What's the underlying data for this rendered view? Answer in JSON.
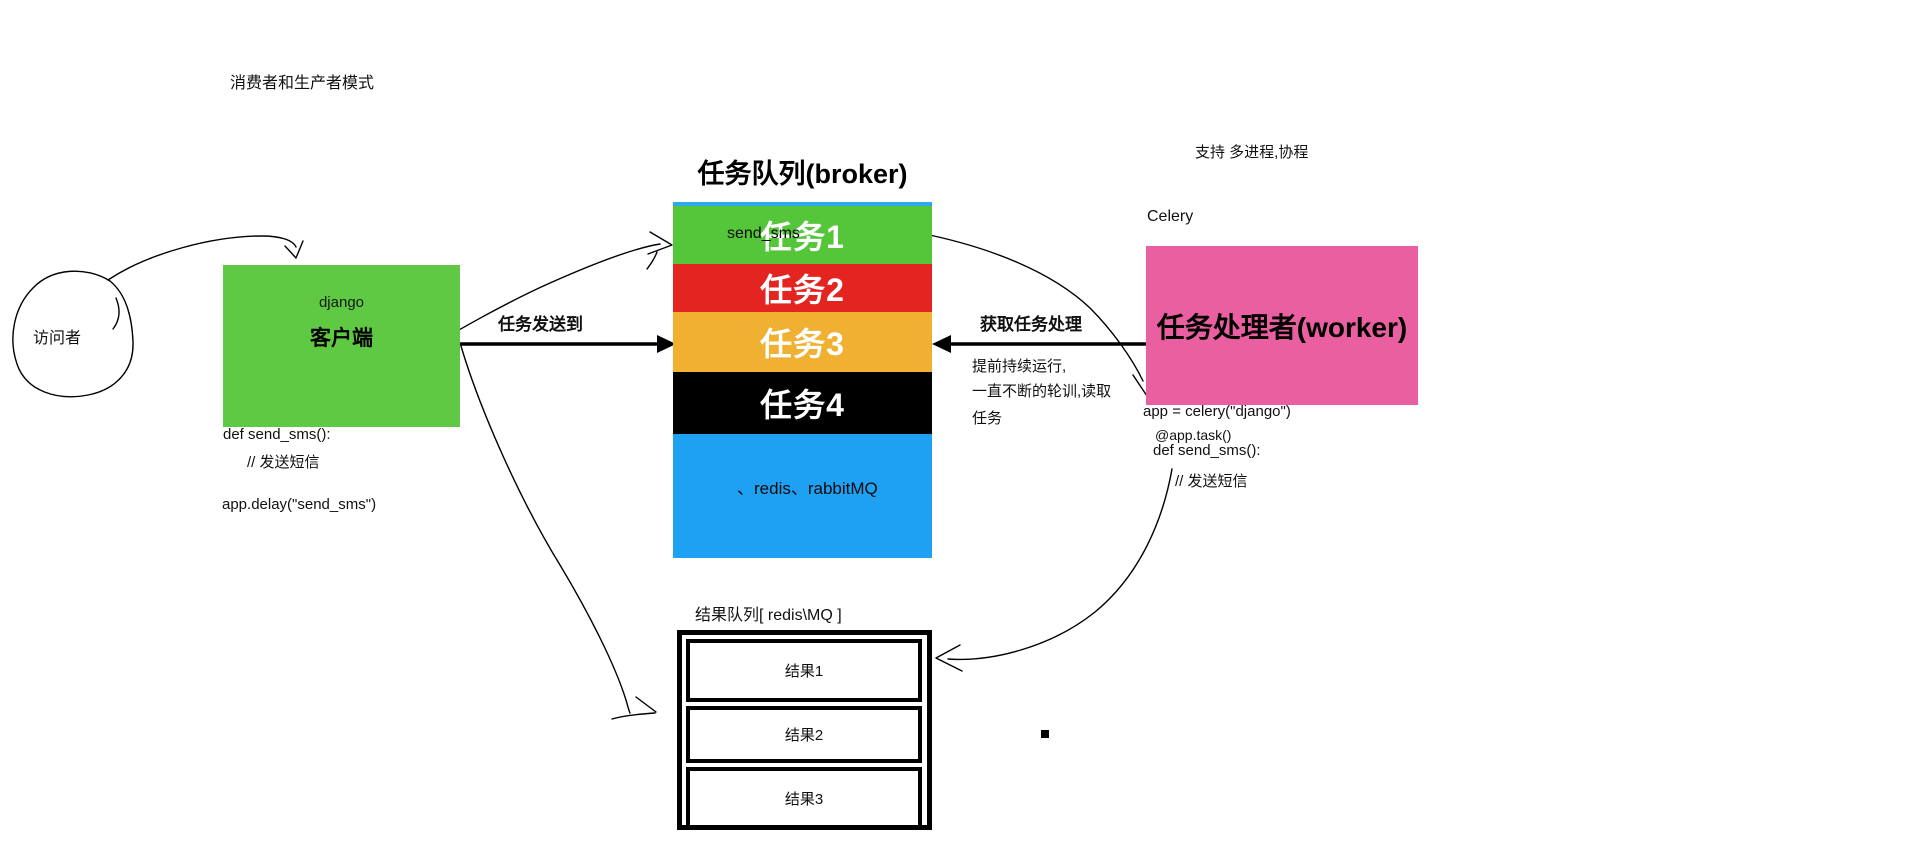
{
  "page": {
    "title": "消费者和生产者模式"
  },
  "visitor": {
    "label": "访问者"
  },
  "client": {
    "stack": "django",
    "title": "客户端",
    "color": "#5FC944",
    "code": {
      "l1": "def send_sms():",
      "l2": "// 发送短信",
      "l3": "app.delay(\"send_sms\")"
    }
  },
  "broker": {
    "title": "任务队列(broker)",
    "queue_top_color": "#2EA9EC",
    "tasks": [
      {
        "label": "任务1",
        "color": "#55C63A",
        "overlay": "send_sms"
      },
      {
        "label": "任务2",
        "color": "#E42420"
      },
      {
        "label": "任务3",
        "color": "#F0B032"
      },
      {
        "label": "任务4",
        "color": "#000000"
      }
    ],
    "storage": {
      "label": "、redis、rabbitMQ",
      "color": "#1FA1F3"
    }
  },
  "flow": {
    "send_label": "任务发送到",
    "fetch_label": "获取任务处理",
    "fetch_notes": {
      "l1": "提前持续运行,",
      "l2": "一直不断的轮训,读取",
      "l3": "任务"
    }
  },
  "worker": {
    "support": "支持 多进程,协程",
    "engine": "Celery",
    "title": "任务处理者(worker)",
    "color": "#EA5F9F",
    "code": {
      "l1": "app = celery(\"django\")",
      "l2": "@app.task()",
      "l3": "def send_sms():",
      "l4": "// 发送短信"
    }
  },
  "results": {
    "title": "结果队列[ redis\\MQ ]",
    "items": [
      {
        "label": "结果1"
      },
      {
        "label": "结果2"
      },
      {
        "label": "结果3"
      }
    ]
  }
}
